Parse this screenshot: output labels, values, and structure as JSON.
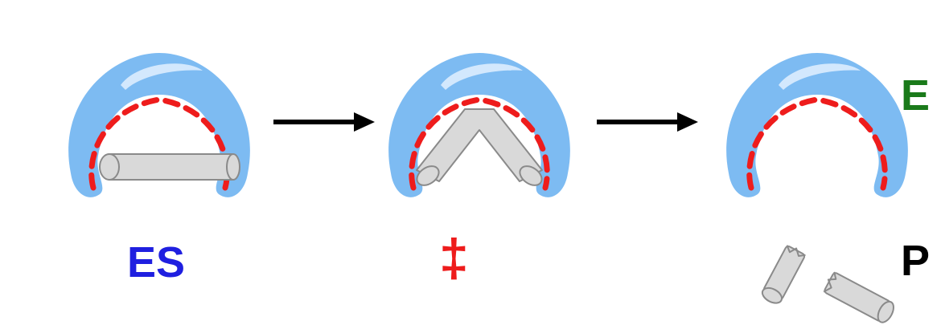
{
  "labels": {
    "enzyme_substrate": "ES",
    "transition_state": "‡",
    "enzyme": "E",
    "products": "P"
  },
  "colors": {
    "enzyme_fill": "#7dbbf2",
    "enzyme_highlight": "#e8f4ff",
    "active_site_dash": "#ee1c1c",
    "substrate_fill": "#d9d9d9",
    "substrate_stroke": "#8a8a8a",
    "arrow": "#000000",
    "label_es": "#1f1fe0",
    "label_ts": "#ee1c1c",
    "label_e": "#1a7a1a",
    "label_p": "#000000"
  }
}
